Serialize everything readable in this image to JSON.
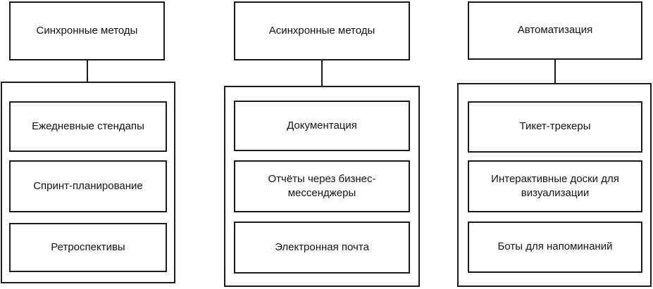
{
  "canvas": {
    "background_color": "#ffffff",
    "line_color": "#1c1c1c",
    "text_color": "#141414"
  },
  "columns": [
    {
      "header": "Синхронные методы",
      "items": [
        "Ежедневные стендапы",
        "Спринт-планирование",
        "Ретроспективы"
      ]
    },
    {
      "header": "Асинхронные методы",
      "items": [
        "Документация",
        "Отчёты через бизнес-мессенджеры",
        "Электронная почта"
      ]
    },
    {
      "header": "Автоматизация",
      "items": [
        "Тикет-трекеры",
        "Интерактивные доски для визуализации",
        "Боты для напоминаний"
      ]
    }
  ]
}
